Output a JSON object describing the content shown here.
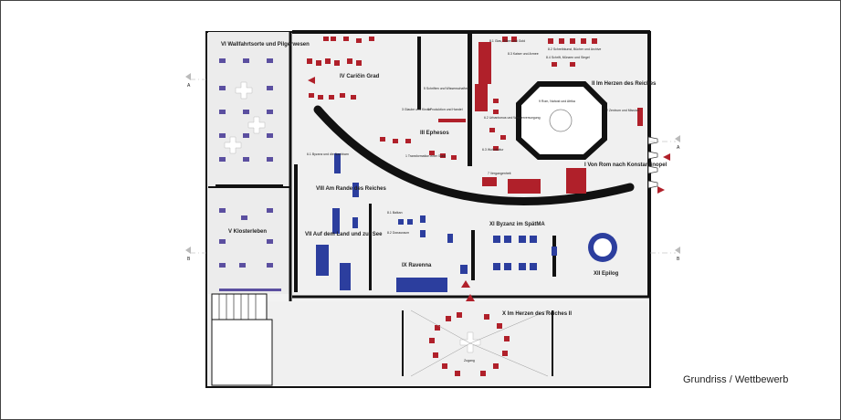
{
  "caption": "Grundriss / Wettbewerb",
  "axis_labels": {
    "left_upper": "A",
    "left_lower": "B",
    "right_upper": "A",
    "right_lower": "B"
  },
  "sections": {
    "s1": "I Von Rom nach Konstantinopel",
    "s2": "II Im Herzen des Reiches",
    "s3": "III Ephesos",
    "s4": "IV Caričin Grad",
    "s5": "V Klosterleben",
    "s6": "VI Wallfahrtsorte und Pilgerwesen",
    "s7": "VII Auf dem Land und zur See",
    "s8": "VIII Am Rande des Reiches",
    "s9": "IX Ravenna",
    "s10": "X Im Herzen des Reiches II",
    "s11": "XI Byzanz im SpätMA",
    "s12": "XII Epilog"
  },
  "small_labels": {
    "a": "8.1 Glas, Silber und Gold",
    "b": "8.2 Schreibkunst, Bücher und Archive",
    "c": "8.3 Kaiser und Armee",
    "d": "8.4 Schrift, Münzen und Siegel",
    "e": "9 Rom, Nahost und Afrika",
    "f": "2 Zentrum und Mission",
    "g": "5 Schriften und Wissenschaften",
    "h": "3 Glaube und Kirche",
    "i": "4 Produktion und Handel",
    "j": "6.2 Urbanismus und Wasserversorgung",
    "k": "6.3 Wohnkultur",
    "l": "1 Transformation einer Stadt",
    "m": "7 Vergangenheit",
    "n": "6.1 Byzanz und die Nachbarn",
    "o": "8.2 Donauraum",
    "p": "8.1 Balkan",
    "q": "Zugang"
  }
}
